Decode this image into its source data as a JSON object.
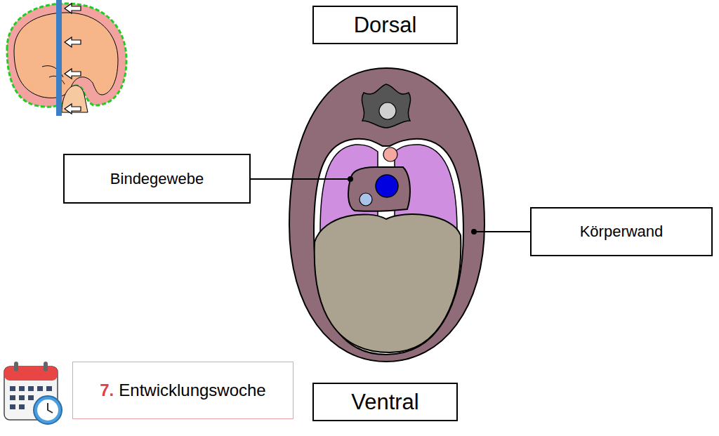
{
  "diagram": {
    "nodes": [
      {
        "text": [
          "Dorsal"
        ]
      },
      {
        "text": [
          "Bindegewebe"
        ]
      },
      {
        "text": [
          "Körperwand"
        ]
      },
      {
        "text": [
          "7.",
          "Entwicklungswoche"
        ]
      },
      {
        "text": [
          "Ventral"
        ]
      }
    ]
  }
}
